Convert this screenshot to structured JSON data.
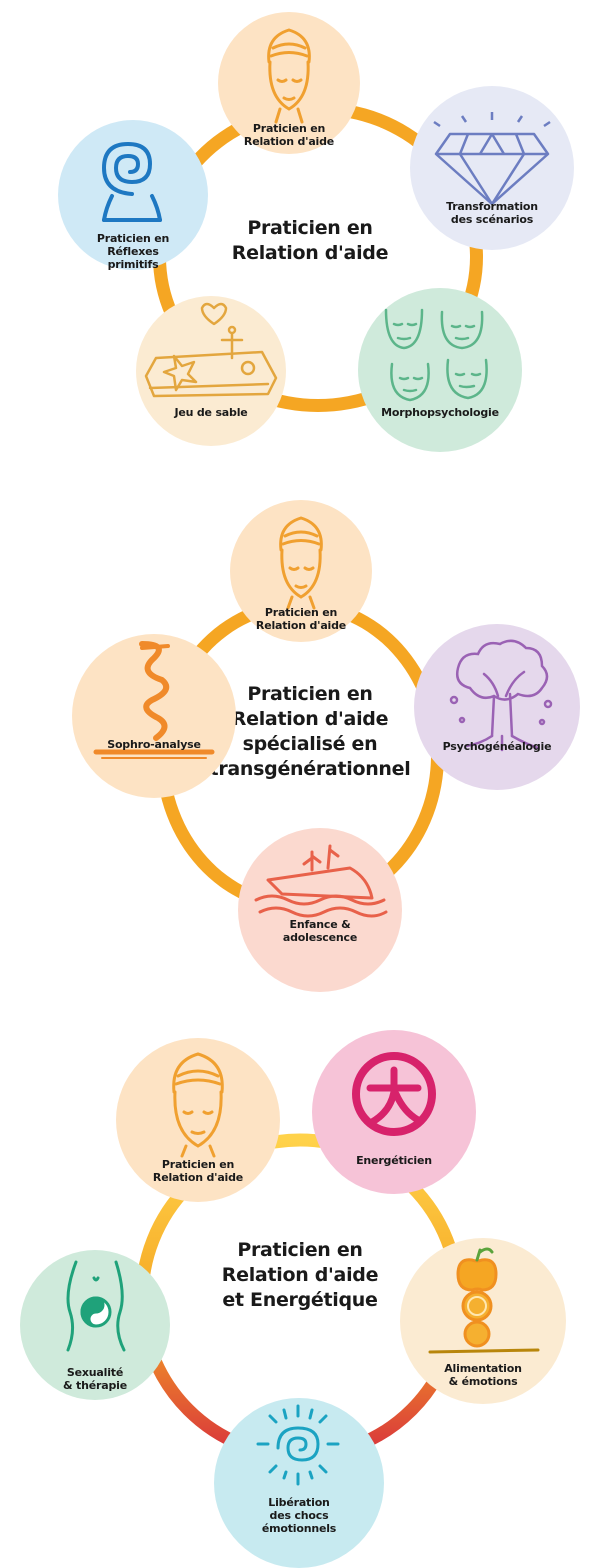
{
  "colors": {
    "ring_orange": "#F5A623",
    "ring_gradient_yellow": "#FFD24A",
    "ring_gradient_red": "#D8323C",
    "peach": "#FDE3C4",
    "light_blue": "#CFE9F6",
    "lavender": "#E6E9F5",
    "cream": "#FBEBD2",
    "mint": "#CFEADB",
    "lilac": "#E5D8EC",
    "salmon": "#FBD9CF",
    "pink": "#F6C3D7",
    "aqua": "#C7EAF0"
  },
  "diagrams": [
    {
      "title": "Praticien en\nRelation d'aide",
      "nodes": [
        {
          "label": "Praticien en\nRelation d'aide",
          "icon": "woman-face-icon"
        },
        {
          "label": "Transformation\ndes scénarios",
          "icon": "diamond-icon"
        },
        {
          "label": "Morphopsychologie",
          "icon": "faces-icon"
        },
        {
          "label": "Jeu de sable",
          "icon": "sandbox-icon"
        },
        {
          "label": "Praticien en\nRéflexes\nprimitifs",
          "icon": "spiral-icon"
        }
      ]
    },
    {
      "title": "Praticien en\nRelation d'aide\nspécialisé en\ntransgénérationnel",
      "nodes": [
        {
          "label": "Praticien en\nRelation d'aide",
          "icon": "woman-face-icon"
        },
        {
          "label": "Psychogénéalogie",
          "icon": "tree-icon"
        },
        {
          "label": "Enfance &\nadolescence",
          "icon": "boat-icon"
        },
        {
          "label": "Sophro-analyse",
          "icon": "smoke-icon"
        }
      ]
    },
    {
      "title": "Praticien en\nRelation d'aide\net Energétique",
      "nodes": [
        {
          "label": "Praticien en\nRelation d'aide",
          "icon": "woman-face-icon"
        },
        {
          "label": "Energéticien",
          "icon": "da-character-icon"
        },
        {
          "label": "Alimentation\n& émotions",
          "icon": "apple-stack-icon"
        },
        {
          "label": "Libération\ndes chocs\némotionnels",
          "icon": "sun-spiral-icon"
        },
        {
          "label": "Sexualité\n& thérapie",
          "icon": "yin-yang-body-icon"
        }
      ]
    }
  ]
}
